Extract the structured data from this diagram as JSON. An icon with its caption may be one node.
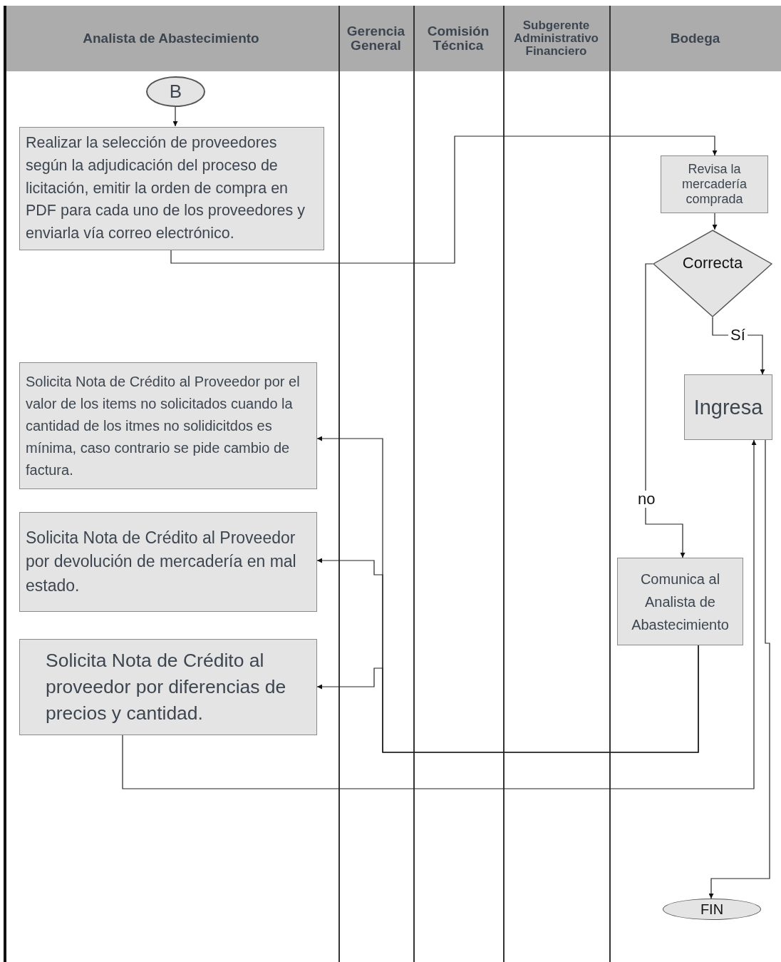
{
  "diagram": {
    "nodes": [
      {
        "text": [
          "Analista de Abastecimiento"
        ]
      },
      {
        "text": [
          "Gerencia General"
        ]
      },
      {
        "text": [
          "Comisión Técnica"
        ]
      },
      {
        "text": [
          "Subgerente Administrativo Financiero"
        ]
      },
      {
        "text": [
          "Bodega"
        ]
      },
      {
        "text": [
          "B"
        ]
      },
      {
        "text": [
          "Realizar la selección de proveedores según la adjudicación del proceso de licitación, emitir la orden de compra en PDF para cada uno de los proveedores y enviarla vía correo electrónico."
        ]
      },
      {
        "text": [
          "Solicita Nota de Crédito al Proveedor por el valor de los items no solicitados cuando la cantidad de los itmes no solidicitdos es mínima, caso contrario se pide cambio de factura."
        ]
      },
      {
        "text": [
          "Solicita Nota de Crédito al Proveedor por devolución de mercadería en mal estado."
        ]
      },
      {
        "text": [
          "Solicita Nota de Crédito al proveedor por diferencias de precios y cantidad."
        ]
      },
      {
        "text": [
          "Revisa la mercadería comprada"
        ]
      },
      {
        "text": [
          "Correcta"
        ]
      },
      {
        "text": [
          "Ingresa"
        ]
      },
      {
        "text": [
          "Comunica al Analista de Abastecimiento"
        ]
      },
      {
        "text": [
          "FIN"
        ]
      }
    ],
    "edges": [
      {
        "from": 5,
        "to": 6,
        "arrow": "to"
      },
      {
        "from": 6,
        "to": 10,
        "arrow": "to"
      },
      {
        "from": 10,
        "to": 11,
        "arrow": "to"
      },
      {
        "from": 11,
        "to": 12,
        "arrow": "to",
        "label": "Sí"
      },
      {
        "from": 11,
        "to": 13,
        "arrow": "to",
        "label": "no"
      },
      {
        "from": 13,
        "to": 7,
        "arrow": "to"
      },
      {
        "from": 13,
        "to": 8,
        "arrow": "to"
      },
      {
        "from": 13,
        "to": 9,
        "arrow": "to"
      },
      {
        "from": 9,
        "to": 12,
        "arrow": "to"
      },
      {
        "from": 12,
        "to": 14,
        "arrow": "to"
      }
    ]
  }
}
